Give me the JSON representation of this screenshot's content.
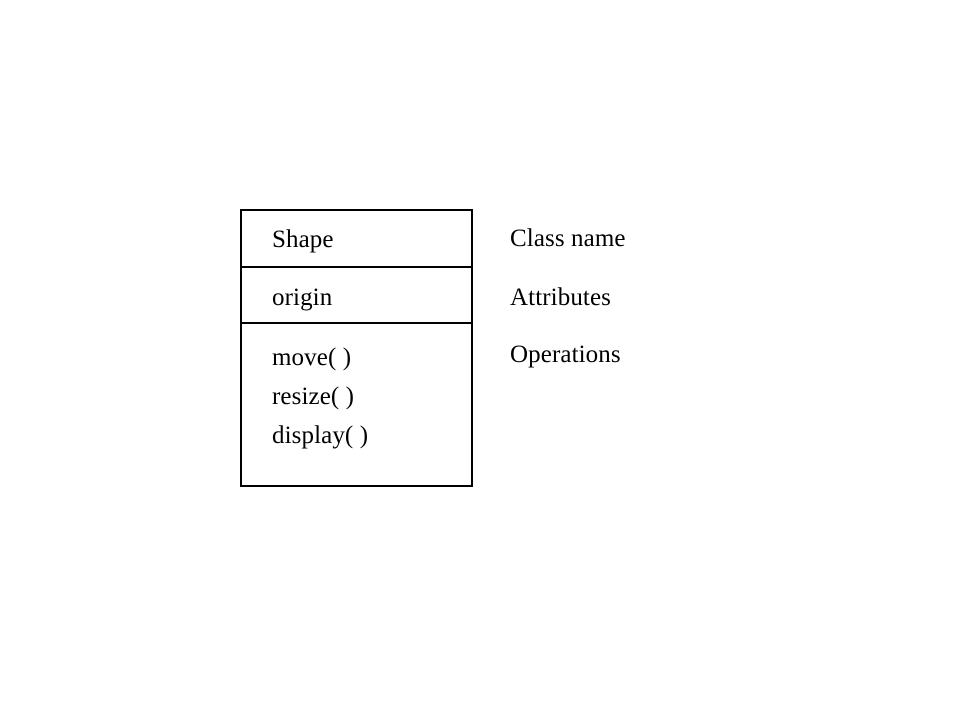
{
  "diagram": {
    "type": "uml-class-diagram",
    "background_color": "#ffffff",
    "line_color": "#000000",
    "text_color": "#000000",
    "class_box": {
      "name_compartment": {
        "class_name": "Shape"
      },
      "attributes_compartment": {
        "attributes": [
          "origin"
        ]
      },
      "operations_compartment": {
        "operations": [
          "move( )",
          "resize( )",
          "display( )"
        ]
      }
    },
    "annotations": {
      "class_name_label": "Class name",
      "attributes_label": "Attributes",
      "operations_label": "Operations"
    }
  }
}
